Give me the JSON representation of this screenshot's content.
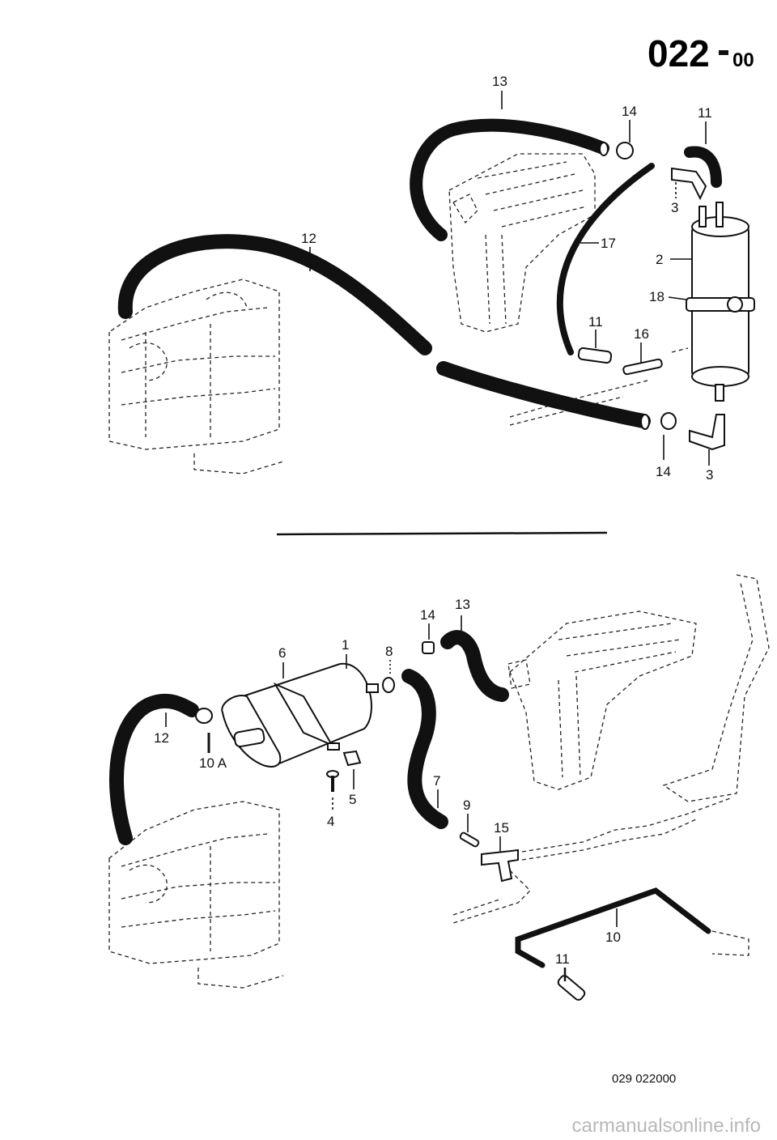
{
  "header": {
    "page_code": "022",
    "page_suffix": "00"
  },
  "footer": {
    "figure_ref": "029  022000",
    "watermark": "carmanualsonline.info"
  },
  "upper": {
    "labels": {
      "hose_main": "13",
      "clamp_top": "14",
      "hose_short_top": "11",
      "elbow_top": "3",
      "canister": "2",
      "strap": "18",
      "line_thin": "17",
      "hose_long": "12",
      "hose_short_mid": "11",
      "connector": "16",
      "clamp_bottom": "14",
      "elbow_bottom": "3"
    }
  },
  "lower": {
    "labels": {
      "canister": "1",
      "band": "6",
      "grommet": "8",
      "clamp": "14",
      "hose_curved": "13",
      "hose_left": "12",
      "clamp_left": "10 A",
      "screw": "4",
      "clip": "5",
      "hose_mid": "7",
      "pipe_short": "9",
      "tee": "15",
      "line_rigid": "10",
      "hose_end": "11"
    }
  }
}
